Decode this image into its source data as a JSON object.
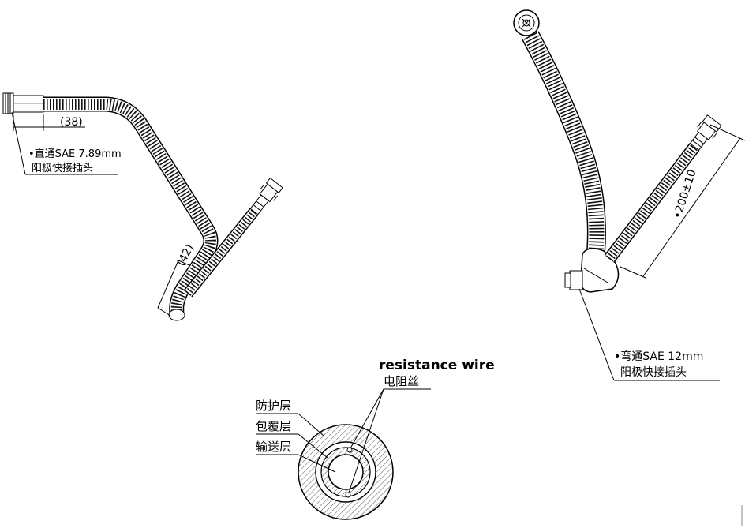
{
  "left_hose": {
    "dim_top": "(38)",
    "dim_bottom": "(42)",
    "label_line1": "•直通SAE 7.89mm",
    "label_line2": "阳极快接插头"
  },
  "right_hose": {
    "dim_length": "•200±10",
    "label_line1": "•弯通SAE 12mm",
    "label_line2": "阳极快接插头"
  },
  "cross_section": {
    "resistance_wire_en": "resistance wire",
    "resistance_wire_cn": "电阻丝",
    "layer_outer": "防护层",
    "layer_middle": "包覆层",
    "layer_inner": "输送层"
  }
}
